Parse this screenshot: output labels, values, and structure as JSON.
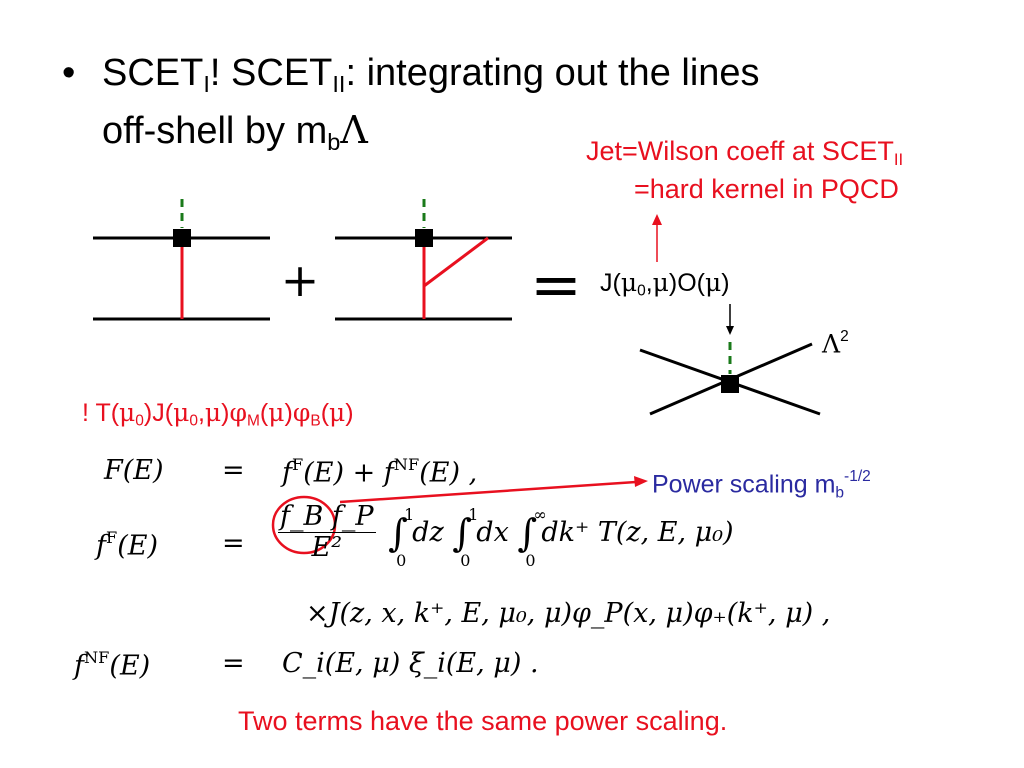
{
  "bullet": {
    "dot": "•",
    "scet": "SCET",
    "sub_i": "I",
    "arrow": "! ",
    "scet2": "SCET",
    "sub_ii": "II",
    "rest": ": integrating out the lines",
    "line2_pre": "off-shell by m",
    "line2_sub": "b",
    "line2_lambda": "Λ"
  },
  "jet_note": {
    "line1_pre": "Jet=Wilson coeff at SCET",
    "line1_sub": "II",
    "line2": "=hard kernel in PQCD"
  },
  "diagram": {
    "plus": "+",
    "equals": "=",
    "jo_pre": "J(",
    "mu": "μ",
    "sub0": "0",
    "jo_mid": ",",
    "jo_end": ")O(",
    "jo_close": ")",
    "lambda": "Λ",
    "lambda_sup": "2",
    "colors": {
      "line": "#000000",
      "gluon": "#e8101f",
      "dash": "#1a7a1a",
      "arrow": "#e8101f"
    }
  },
  "t_line": {
    "pre": "! T(",
    "mu": "μ",
    "s0": "0",
    "c1": ")J(",
    "c2": ",",
    "c3": ")",
    "phi": "φ",
    "sM": "M",
    "c4": "(",
    "c5": ")",
    "sB": "B",
    "c6": "(",
    "c7": ")"
  },
  "power_label": {
    "pre": "Power scaling m",
    "sub": "b",
    "sup": "-1/2"
  },
  "equations": {
    "row1_lhs": "F(E)",
    "row1_rhs_a": "f",
    "row1_rhs_a_sup": "F",
    "row1_rhs_b": "(E) + f",
    "row1_rhs_b_sup": "NF",
    "row1_rhs_c": "(E) ,",
    "row2_lhs_f": "f",
    "row2_lhs_sup": "F",
    "row2_lhs_e": "(E)",
    "row2_num": "f_B f_P",
    "row2_den": "E²",
    "row2_int_hi1": "1",
    "row2_int_lo": "0",
    "row2_int_hi3": "∞",
    "row2_dz": "dz",
    "row2_dx": "dx",
    "row2_dk": "dk⁺ T(z, E, μ₀)",
    "row3": "×J(z, x, k⁺, E, μ₀, μ)φ_P(x, μ)φ₊(k⁺, μ) ,",
    "row4_lhs_f": "f",
    "row4_lhs_sup": "NF",
    "row4_lhs_e": "(E)",
    "row4_rhs": "C_i(E, μ) ξ_i(E, μ) .",
    "eq": "="
  },
  "bottom_note": "Two terms have the same power scaling."
}
